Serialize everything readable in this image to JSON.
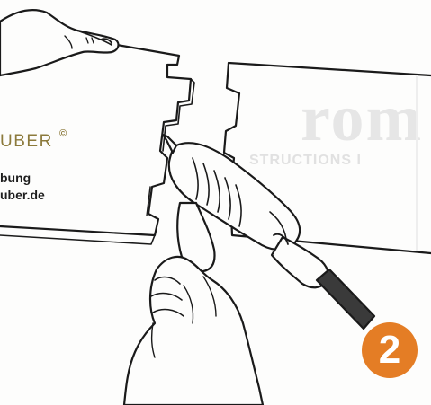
{
  "left_board": {
    "brand": "UBER",
    "copyright_mark": "©",
    "description_line_1": "bung",
    "description_line_2": "uber.de"
  },
  "right_board": {
    "faded_title": "rom",
    "faded_subtitle": "STRUCTIONS I"
  },
  "step": {
    "number": "2",
    "badge_color": "#e47d25"
  },
  "colors": {
    "brand_gold": "#8c7a3c",
    "outline": "#1a1a1a",
    "nozzle_dark": "#3a3a3a"
  }
}
